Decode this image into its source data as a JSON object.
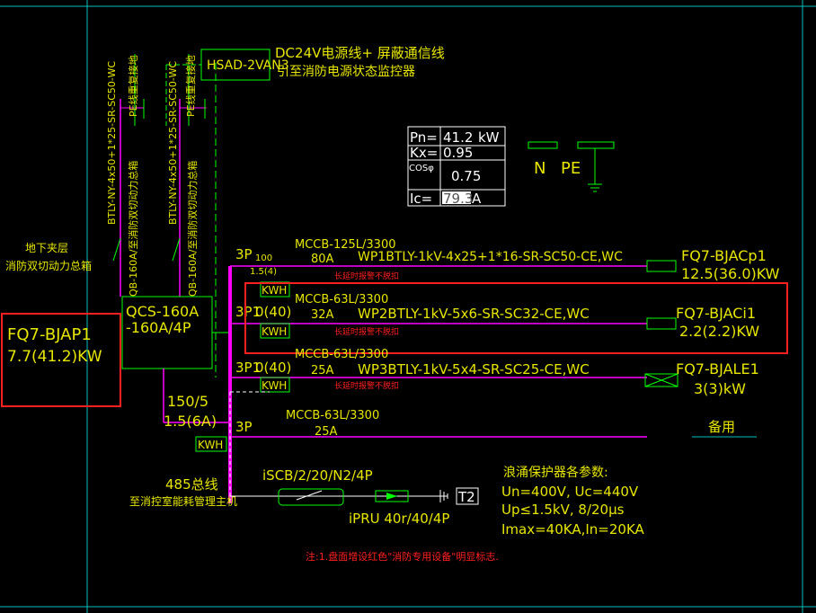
{
  "colors": {
    "background": "#000000",
    "yellow": "#e6e600",
    "green": "#00ff00",
    "cyan": "#00c0c0",
    "magenta": "#ff00ff",
    "red": "#ff2020",
    "white": "#ffffff",
    "purple": "#b030b0"
  },
  "signal": {
    "cable": "HSAD-2VAN3",
    "desc_line1": "DC24V电源线+ 屏蔽通信线",
    "desc_line2": "引至消防电源状态监控器"
  },
  "vertical_labels": {
    "cable1": "BTLY-NY-4x50+1*25-SR-SC50-WC",
    "cable2": "BTLY-NY-4x50+1*25-SR-SC50-WC",
    "note1": "PE线重复接地",
    "note2": "PE线重复接地",
    "switch1": "QB-160A/至消防双切动力总箱",
    "switch2": "QB-160A/至消防双切动力总箱"
  },
  "params": {
    "pn_label": "Pn=",
    "pn_value": "41.2",
    "pn_unit": "kW",
    "kx_label": "Kx=",
    "kx_value": "0.95",
    "cos_label": "COSφ",
    "cos_value": "0.75",
    "ic_label": "Ic=",
    "ic_value": "79.3",
    "ic_unit": "A"
  },
  "legend": {
    "n": "N",
    "pe": "PE"
  },
  "main_panel": {
    "location_line1": "地下夹层",
    "location_line2": "消防双切动力总箱",
    "id": "FQ7-BJAP1",
    "power": "7.7(41.2)KW",
    "ats": "QCS-160A",
    "ats_rating": "-160A/4P"
  },
  "circuits": [
    {
      "poles": "3P",
      "small": "100",
      "small2": "1.5(4)",
      "kwh": "KWH",
      "breaker": "MCCB-125L/3300",
      "rating": "80A",
      "cable": "WP1BTLY-1kV-4x25+1*16-SR-SC50-CE,WC",
      "note": "长延时报警不脱扣",
      "target": "FQ7-BJACp1",
      "power": "12.5(36.0)KW"
    },
    {
      "poles": "3P1",
      "small": "0(40)",
      "kwh": "KWH",
      "breaker": "MCCB-63L/3300",
      "rating": "32A",
      "cable": "WP2BTLY-1kV-5x6-SR-SC32-CE,WC",
      "note": "长延时报警不脱扣",
      "target": "FQ7-BJACi1",
      "power": "2.2(2.2)KW"
    },
    {
      "poles": "3P1",
      "small": "0(40)",
      "kwh": "KWH",
      "breaker": "MCCB-63L/3300",
      "rating": "25A",
      "cable": "WP3BTLY-1kV-5x4-SR-SC25-CE,WC",
      "note": "长延时报警不脱扣",
      "target": "FQ7-BJALE1",
      "power": "3(3)kW"
    },
    {
      "poles": "3P",
      "breaker": "MCCB-63L/3300",
      "rating": "25A",
      "target": "备用"
    }
  ],
  "incomer_meter": {
    "ct": "150/5",
    "rating": "1.5(6A)",
    "kwh": "KWH"
  },
  "bus485": {
    "line1": "485总线",
    "line2": "至消控室能耗管理主机"
  },
  "spd": {
    "breaker": "iSCB/2/20/N2/4P",
    "device": "iPRU 40r/40/4P",
    "box": "T2",
    "title": "浪涌保护器各参数:",
    "l1": "Un=400V,  Uc=440V",
    "l2": "Up≤1.5kV,  8/20μs",
    "l3": "Imax=40KA,In=20KA"
  },
  "note": "注:1.盘面增设红色\"消防专用设备\"明显标志."
}
